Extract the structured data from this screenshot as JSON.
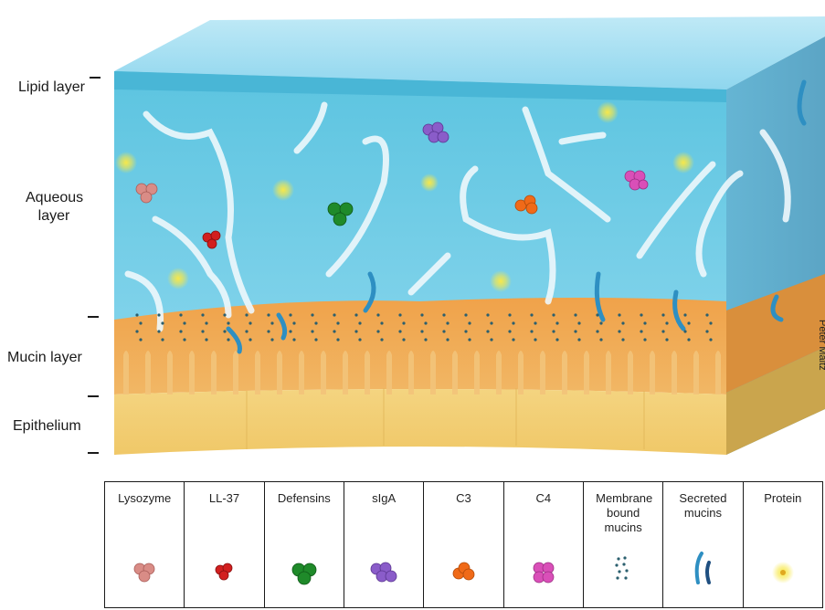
{
  "layers": {
    "lipid": "Lipid layer",
    "aqueous": "Aqueous layer",
    "mucin": "Mucin layer",
    "epithelium": "Epithelium"
  },
  "legend": [
    {
      "label": "Lysozyme",
      "icon": "lysozyme-cluster-icon",
      "color": "#d98c86"
    },
    {
      "label": "LL-37",
      "icon": "ll37-cluster-icon",
      "color": "#d21f1f"
    },
    {
      "label": "Defensins",
      "icon": "defensins-cluster-icon",
      "color": "#1f8a2a"
    },
    {
      "label": "sIgA",
      "icon": "siga-cluster-icon",
      "color": "#8a5cc9"
    },
    {
      "label": "C3",
      "icon": "c3-cluster-icon",
      "color": "#f06a18"
    },
    {
      "label": "C4",
      "icon": "c4-cluster-icon",
      "color": "#d94fb8"
    },
    {
      "label": "Membrane bound mucins",
      "icon": "membrane-mucin-dots-icon",
      "color": "#2b5f6e"
    },
    {
      "label": "Secreted mucins",
      "icon": "secreted-mucin-strands-icon",
      "color": "#2e8fc2"
    },
    {
      "label": "Protein",
      "icon": "protein-glow-icon",
      "color": "#f2d23a"
    }
  ],
  "watermark": "Peter Maltz"
}
